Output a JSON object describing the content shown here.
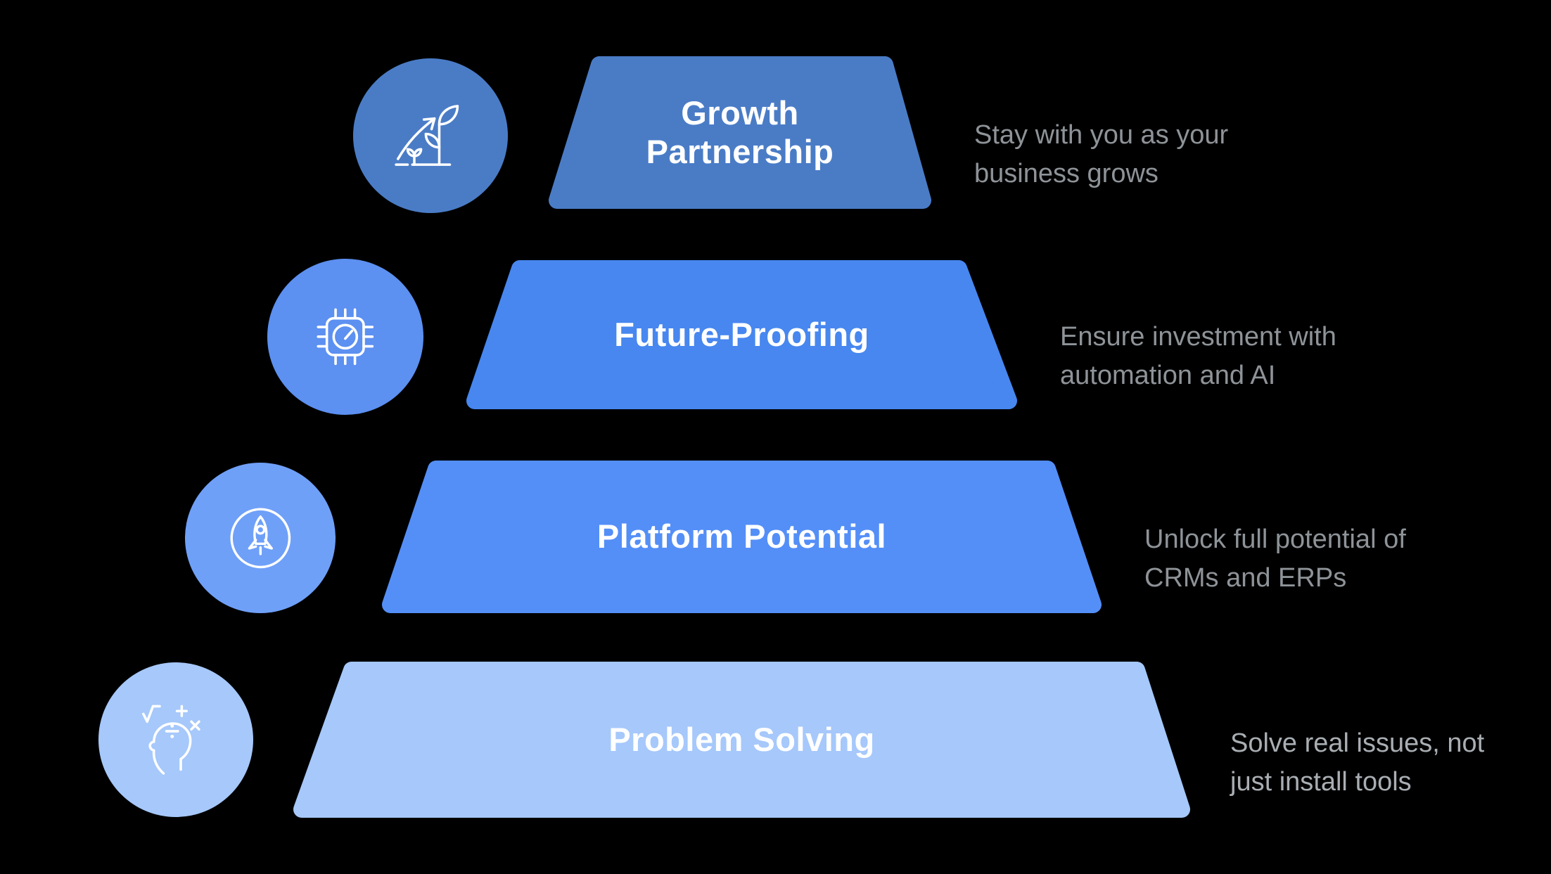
{
  "diagram": {
    "title": "Pyramid diagram",
    "background": "#000000",
    "label_text_color": "#FFFFFF",
    "levels": [
      {
        "label": "Growth Partnership",
        "desc_lines": [
          "Stay with you as your",
          "business grows"
        ],
        "fill": "#4A7CC6",
        "icon_fill": "#4A7CC6",
        "icon": "growth-plant-icon",
        "desc_color": "#8E9398"
      },
      {
        "label": "Future-Proofing",
        "desc_lines": [
          "Ensure investment with",
          "automation and AI"
        ],
        "fill": "#4787EF",
        "icon_fill": "#5C90F1",
        "icon": "chip-gauge-icon",
        "desc_color": "#8E9398"
      },
      {
        "label": "Platform Potential",
        "desc_lines": [
          "Unlock full potential of",
          "CRMs and ERPs"
        ],
        "fill": "#548FF7",
        "icon_fill": "#6FA0F8",
        "icon": "rocket-icon",
        "desc_color": "#8E9398"
      },
      {
        "label": "Problem Solving",
        "desc_lines": [
          "Solve real issues, not",
          "just install tools"
        ],
        "fill": "#A6C8FB",
        "icon_fill": "#A6C8FB",
        "icon": "head-math-icon",
        "desc_color": "#A9AEB3"
      }
    ]
  }
}
